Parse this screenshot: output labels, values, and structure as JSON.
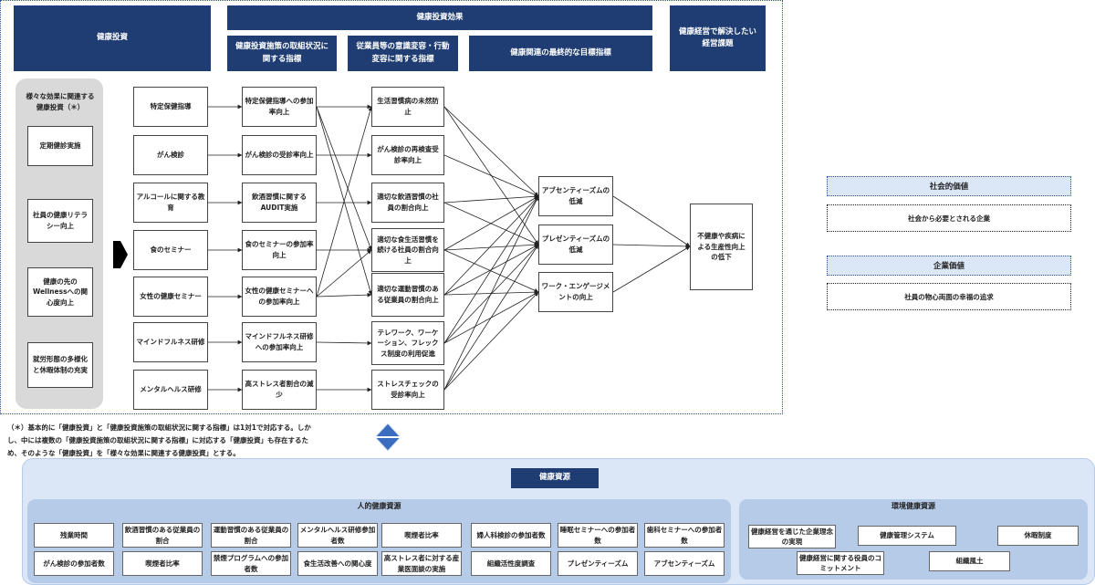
{
  "headers": {
    "investment": "健康投資",
    "effects": "健康投資効果",
    "effects_sub": [
      "健康投資施策の取組状況に関する指標",
      "従業員等の意識変容・行動変容に関する指標",
      "健康関連の最終的な目標指標"
    ],
    "management": "健康経営で解決したい経営課題"
  },
  "various": {
    "title": "様々な効果に関連する健康投資（＊）",
    "items": [
      "定期健診実施",
      "社員の健康リテラシー向上",
      "健康の先のWellnessへの関心度向上",
      "就労形態の多様化と休暇体制の充実"
    ]
  },
  "col1": [
    "特定保健指導",
    "がん検診",
    "アルコールに関する教育",
    "食のセミナー",
    "女性の健康セミナー",
    "マインドフルネス研修",
    "メンタルヘルス研修"
  ],
  "col2": [
    "特定保健指導への参加率向上",
    "がん検診の受診率向上",
    "飲酒習慣に関するAUDIT実施",
    "食のセミナーの参加率向上",
    "女性の健康セミナーへの参加率向上",
    "マインドフルネス研修への参加率向上",
    "高ストレス者割合の減少"
  ],
  "col3": [
    "生活習慣病の未然防止",
    "がん検診の再検査受診率向上",
    "適切な飲酒習慣の社員の割合向上",
    "適切な食生活習慣を続ける社員の割合向上",
    "適切な運動習慣のある従業員の割合向上",
    "テレワーク、ワーケーション、フレックス制度の利用促進",
    "ストレスチェックの受診率向上"
  ],
  "col4": [
    "アブセンティーズムの低減",
    "プレゼンティーズムの低減",
    "ワーク・エンゲージメントの向上"
  ],
  "final": "不健康や疾病による生産性向上の低下",
  "social": {
    "title": "社会的価値",
    "text": "社会から必要とされる企業"
  },
  "corporate": {
    "title": "企業価値",
    "text": "社員の物心両面の幸福の追求"
  },
  "note": [
    "（＊）基本的に「健康投資」と「健康投資施策の取組状況に関する指標」は1対1で対応する。しか",
    "し、中には複数の「健康投資施策の取組状況に関する指標」に対応する「健康投資」も存在するた",
    "め、そのような「健康投資」を「様々な効果に関連する健康投資」とする。"
  ],
  "resources": {
    "title": "健康資源",
    "human": {
      "title": "人的健康資源",
      "row1": [
        "残業時間",
        "飲酒習慣のある従業員の割合",
        "運動習慣のある従業員の割合",
        "メンタルヘルス研修参加者数",
        "喫煙者比率",
        "婦人科検診の参加者数",
        "睡眠セミナーへの参加者数",
        "歯科セミナーへの参加者数"
      ],
      "row2": [
        "がん検診の参加者数",
        "喫煙者比率",
        "禁煙プログラムへの参加者数",
        "食生活改善への関心度",
        "高ストレス者に対する産業医面談の実施",
        "組織活性度調査",
        "プレゼンティーズム",
        "アブセンティーズム"
      ]
    },
    "env": {
      "title": "環境健康資源",
      "items": [
        "健康経営を通じた企業理念の実現",
        "健康管理システム",
        "休暇制度",
        "健康経営に関する役員のコミットメント",
        "組織風土"
      ]
    }
  },
  "colors": {
    "navy": "#1f3d72",
    "light_blue": "#dbe7f7",
    "mid_blue": "#b5cbe8",
    "panel_gray": "#d9d9d9",
    "diamond": "#3b6cc0"
  }
}
